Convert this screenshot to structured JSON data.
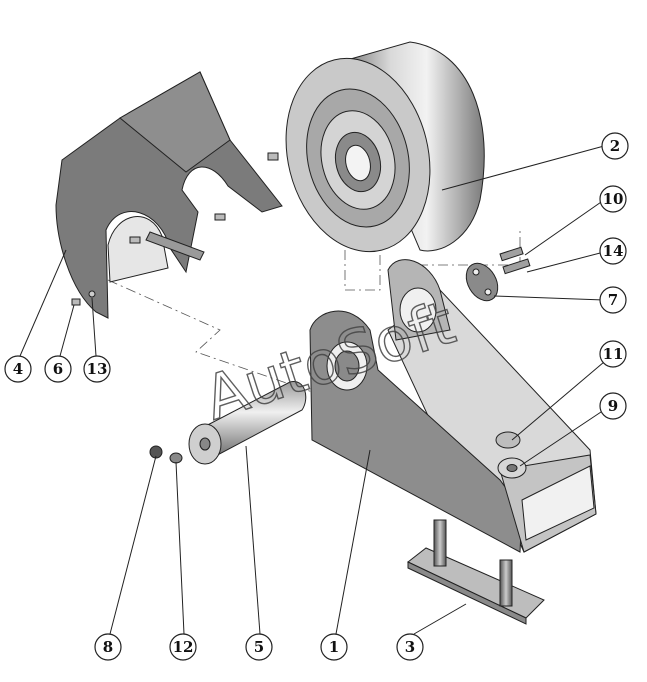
{
  "diagram": {
    "watermark": "AutoSoft",
    "callouts": [
      {
        "id": "c2",
        "label": "2"
      },
      {
        "id": "c10",
        "label": "10"
      },
      {
        "id": "c14",
        "label": "14"
      },
      {
        "id": "c7",
        "label": "7"
      },
      {
        "id": "c11",
        "label": "11"
      },
      {
        "id": "c9",
        "label": "9"
      },
      {
        "id": "c4",
        "label": "4"
      },
      {
        "id": "c6",
        "label": "6"
      },
      {
        "id": "c13",
        "label": "13"
      },
      {
        "id": "c8",
        "label": "8"
      },
      {
        "id": "c12",
        "label": "12"
      },
      {
        "id": "c5",
        "label": "5"
      },
      {
        "id": "c1",
        "label": "1"
      },
      {
        "id": "c3",
        "label": "3"
      }
    ]
  }
}
